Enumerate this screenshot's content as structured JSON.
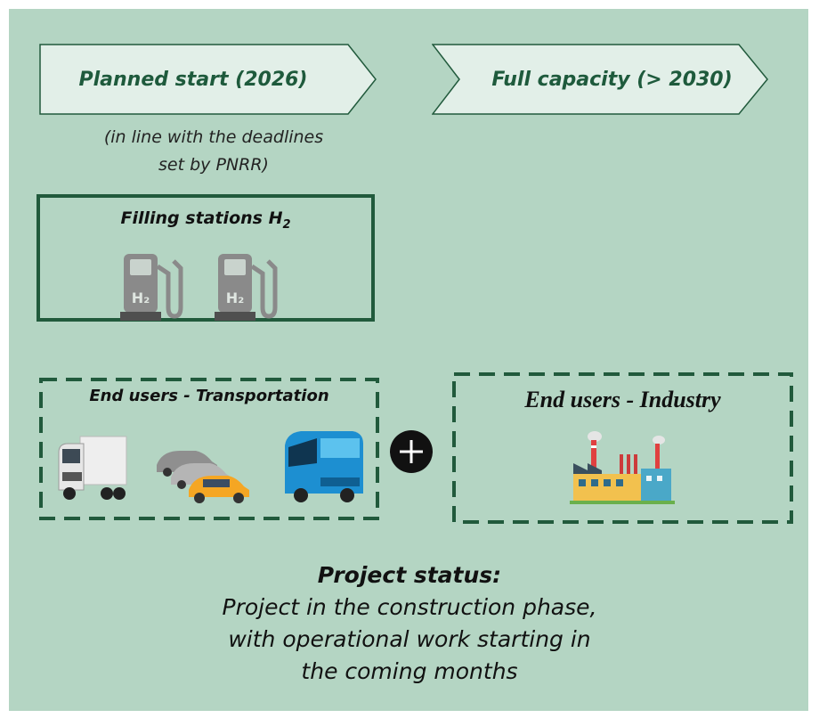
{
  "timeline": {
    "phase1": "Planned start (2026)",
    "phase2": "Full capacity (> 2030)",
    "note_line1": "(in line with the deadlines",
    "note_line2": "set by PNRR)"
  },
  "filling": {
    "title": "Filling stations H",
    "title_sub": "2",
    "pump_label": "H₂"
  },
  "transport": {
    "title": "End users - Transportation"
  },
  "industry": {
    "title": "End users - Industry"
  },
  "status": {
    "title": "Project status:",
    "line1": "Project in the construction phase,",
    "line2": "with operational work starting in",
    "line3": "the coming months"
  },
  "colors": {
    "background": "#b4d5c3",
    "dark_green": "#215a3c",
    "chevron_fill": "#e2efe8"
  }
}
